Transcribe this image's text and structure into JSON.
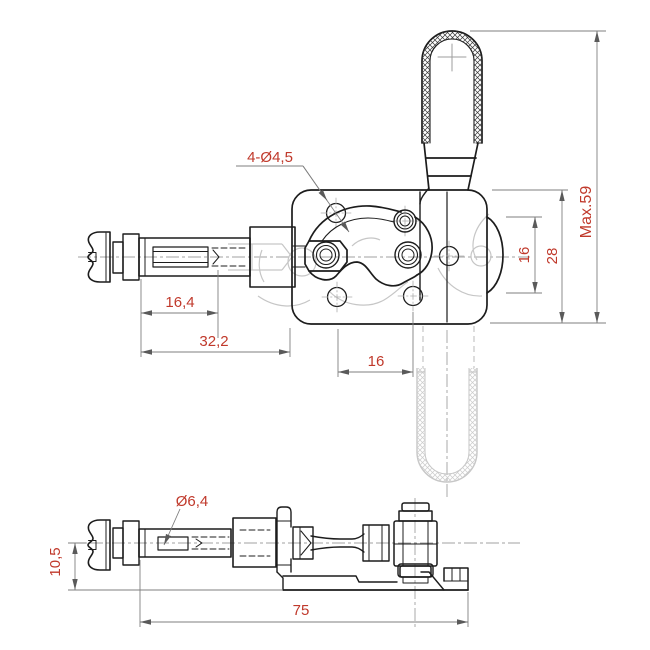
{
  "colors": {
    "background": "#ffffff",
    "outline": "#1c1c1c",
    "dimension_text": "#c0392b",
    "dimension_line": "#7f7f7f",
    "arrow": "#5a5a5a",
    "centerline": "#a0a0a0",
    "phantom": "#c6c6c6",
    "hatch": "#3a3a3a"
  },
  "top_view": {
    "dims": {
      "mounting_holes": "4-Ø4,5",
      "thread_length": "16,4",
      "spindle_length": "32,2",
      "hole_offset": "16",
      "flange_span": "16",
      "body_height": "28",
      "max_height": "Max.59"
    }
  },
  "side_view": {
    "dims": {
      "spindle_diameter": "Ø6,4",
      "base_height": "10,5",
      "overall_length": "75"
    }
  }
}
